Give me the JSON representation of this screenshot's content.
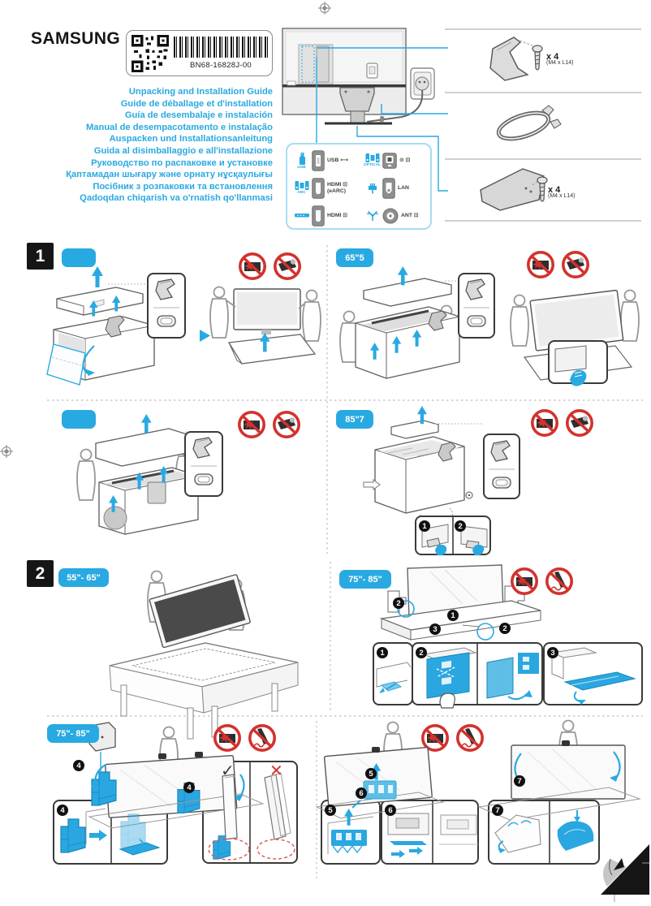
{
  "header": {
    "brand": "SAMSUNG",
    "part_number": "BN68-16828J-00",
    "titles": [
      "Unpacking and Installation Guide",
      "Guide de déballage et d'installation",
      "Guía de desembalaje e instalación",
      "Manual de desempacotamento e instalação",
      "Auspacken und Installationsanleitung",
      "Guida al disimballaggio e all'installazione",
      "Руководство по распаковке и установке",
      "Қаптамадан шығару және орнату нұсқаулығы",
      "Посібник з розпаковки та встановлення",
      "Qadoqdan chiqarish va o'rnatish qo'llanmasi"
    ]
  },
  "ports": {
    "left": [
      {
        "icon": "usb-drive-icon",
        "icon_label": "USB",
        "label": "USB ⟷",
        "sublabel": ""
      },
      {
        "icon": "speakers-icon",
        "icon_label": "ARC",
        "label": "HDMI ⊡",
        "sublabel": "(eARC)"
      },
      {
        "icon": "soundbar-icon",
        "icon_label": "",
        "label": "HDMI ⊡",
        "sublabel": ""
      }
    ],
    "right": [
      {
        "icon": "speakers-icon",
        "icon_label": "OPTICAL",
        "label": "⊙ ⊡",
        "sublabel": ""
      },
      {
        "icon": "lan-plug-icon",
        "icon_label": "",
        "label": "LAN",
        "sublabel": ""
      },
      {
        "icon": "antenna-icon",
        "icon_label": "",
        "label": "ANT ⊡",
        "sublabel": ""
      }
    ]
  },
  "accessories": {
    "screw_qty": "x 4",
    "screw_spec": "(M4 x L14)"
  },
  "sections": {
    "one": {
      "num": "1",
      "badge_r1_left": "",
      "badge_r1_right": "65\"5",
      "badge_r2_left": "",
      "badge_r2_right": "85\"7"
    },
    "two": {
      "num": "2",
      "badge_left": "55\"- 65\"",
      "badge_right": "75\"- 85\"",
      "badge_bottom": "75\"- 85\""
    }
  },
  "steps": {
    "s1": "1",
    "s2": "2",
    "s3": "3",
    "s4": "4",
    "s5": "5",
    "s6": "6",
    "s7": "7"
  },
  "marks": {
    "check": "✓",
    "cross": "✕"
  }
}
